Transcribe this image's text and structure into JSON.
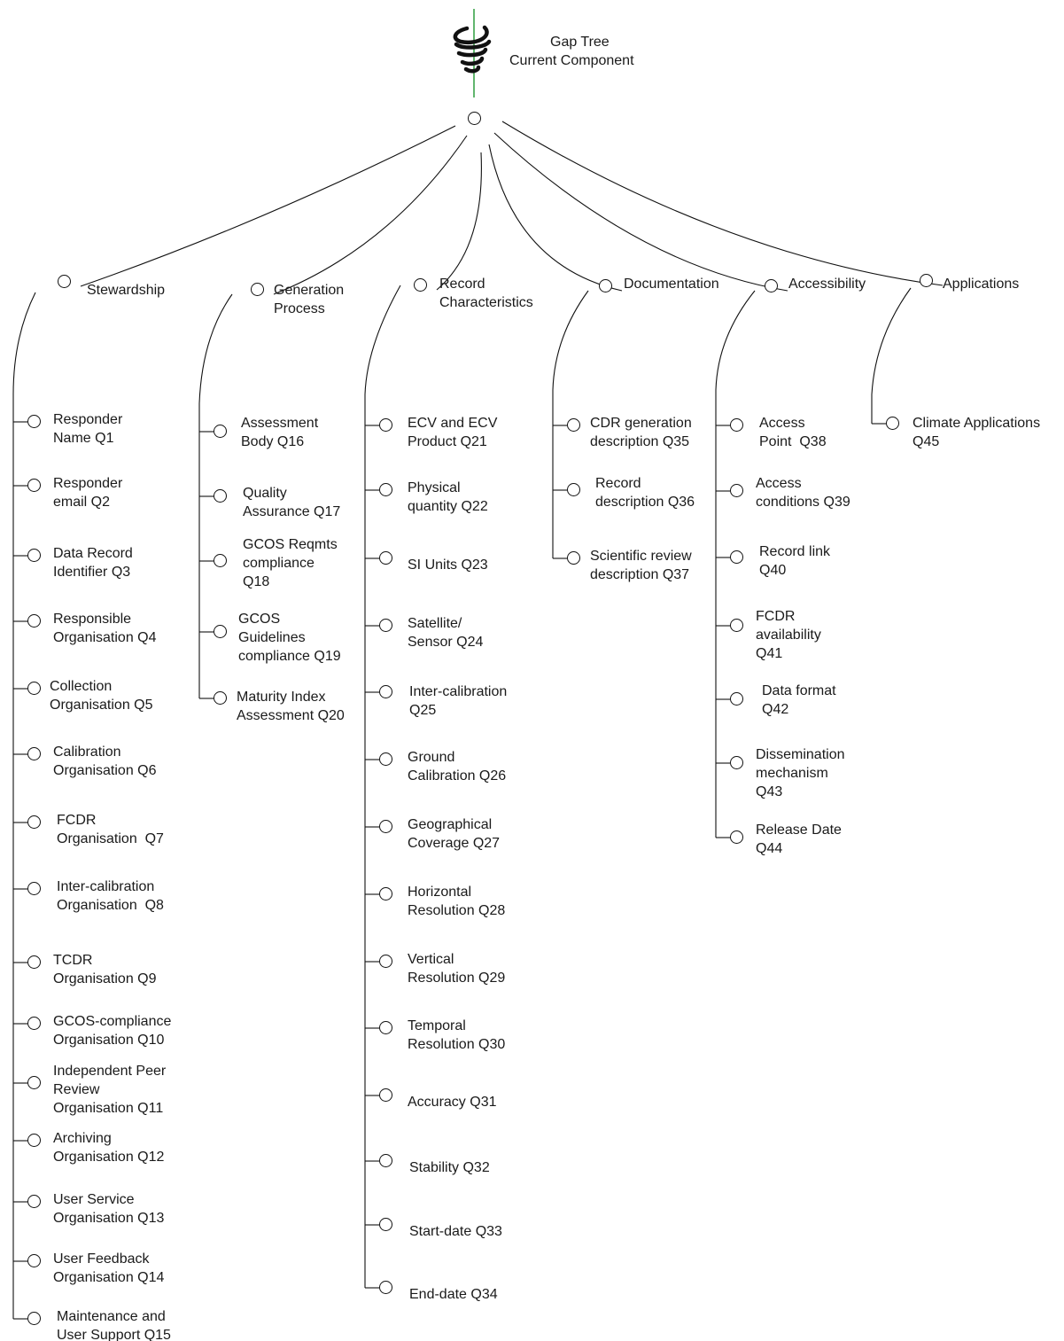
{
  "header": {
    "title_line1": "Gap Tree",
    "title_line2": "Current Component",
    "logo_icon": "spiral-logo-icon"
  },
  "categories": [
    {
      "label": "Stewardship",
      "items": [
        "Responder\nName Q1",
        "Responder\nemail Q2",
        "Data Record\nIdentifier Q3",
        "Responsible\nOrganisation Q4",
        "Collection\nOrganisation Q5",
        "Calibration\nOrganisation Q6",
        "FCDR\nOrganisation  Q7",
        "Inter-calibration\nOrganisation  Q8",
        "TCDR\nOrganisation Q9",
        "GCOS-compliance\nOrganisation Q10",
        "Independent Peer\nReview\nOrganisation Q11",
        "Archiving\nOrganisation Q12",
        "User Service\nOrganisation Q13",
        "User Feedback\nOrganisation Q14",
        "Maintenance and\nUser Support Q15"
      ]
    },
    {
      "label": "Generation\nProcess",
      "items": [
        "Assessment\nBody Q16",
        "Quality\nAssurance Q17",
        "GCOS Reqmts\ncompliance\nQ18",
        "GCOS\nGuidelines\ncompliance Q19",
        "Maturity Index\nAssessment Q20"
      ]
    },
    {
      "label": "Record\nCharacteristics",
      "items": [
        "ECV and ECV\nProduct Q21",
        "Physical\nquantity Q22",
        "SI Units Q23",
        "Satellite/\nSensor Q24",
        "Inter-calibration\nQ25",
        "Ground\nCalibration Q26",
        "Geographical\nCoverage Q27",
        "Horizontal\nResolution Q28",
        "Vertical\nResolution Q29",
        "Temporal\nResolution Q30",
        "Accuracy Q31",
        "Stability Q32",
        "Start-date Q33",
        "End-date Q34"
      ]
    },
    {
      "label": "Documentation",
      "items": [
        "CDR generation\ndescription Q35",
        "Record\ndescription Q36",
        "Scientific review\ndescription Q37"
      ]
    },
    {
      "label": "Accessibility",
      "items": [
        "Access\nPoint  Q38",
        "Access\nconditions Q39",
        "Record link\nQ40",
        "FCDR\navailability\nQ41",
        "Data format\nQ42",
        "Dissemination\nmechanism\nQ43",
        "Release Date\nQ44"
      ]
    },
    {
      "label": "Applications",
      "items": [
        "Climate Applications\nQ45"
      ]
    }
  ],
  "colors": {
    "line": "#111111",
    "accent_stem": "#2e9e3e",
    "text": "#1a1a1a"
  }
}
